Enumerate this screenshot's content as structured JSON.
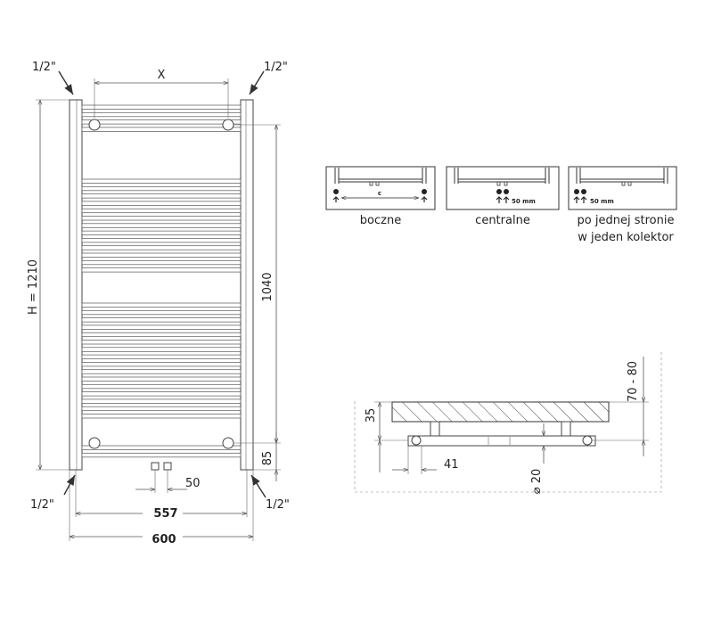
{
  "front_view": {
    "connection_top_left": "1/2\"",
    "connection_top_right": "1/2\"",
    "connection_bottom_left": "1/2\"",
    "connection_bottom_right": "1/2\"",
    "x_label": "X",
    "height_label": "H = 1210",
    "axis_height_label": "1040",
    "bottom_offset_label": "85",
    "pipe_spacing_label": "50",
    "axis_width_label": "557",
    "total_width_label": "600"
  },
  "connection_variants": [
    {
      "caption": "boczne",
      "marker": "c"
    },
    {
      "caption": "centralne",
      "marker": "50 mm"
    },
    {
      "caption_line1": "po jednej stronie",
      "caption_line2": "w jeden kolektor",
      "marker": "50 mm"
    }
  ],
  "side_view": {
    "wall_distance_label": "70 - 80",
    "depth_label": "35",
    "offset_label": "41",
    "diameter_label": "⌀ 20"
  }
}
